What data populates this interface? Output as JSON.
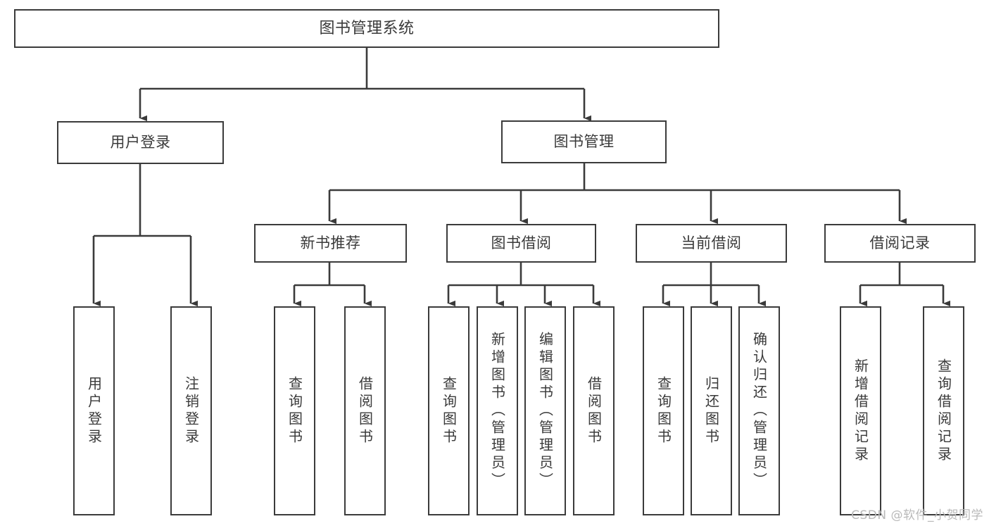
{
  "diagram": {
    "title": "图书管理系统",
    "type": "tree-hierarchy",
    "style": {
      "box_border_color": "#3b3b3b",
      "box_fill_color": "#ffffff",
      "edge_color": "#3b3b3b",
      "text_color": "#3a3a3a",
      "background_color": "#ffffff"
    },
    "watermark": "CSDN @软件_小贺同学"
  },
  "nodes": {
    "root": {
      "label": "图书管理系统"
    },
    "tier2": [
      {
        "label": "用户登录"
      },
      {
        "label": "图书管理"
      }
    ],
    "tier3": [
      {
        "label": "新书推荐"
      },
      {
        "label": "图书借阅"
      },
      {
        "label": "当前借阅"
      },
      {
        "label": "借阅记录"
      }
    ],
    "leaves": {
      "user_login": [
        {
          "label": "用户登录"
        },
        {
          "label": "注销登录"
        }
      ],
      "new_book_recommend": [
        {
          "label": "查询图书"
        },
        {
          "label": "借阅图书"
        }
      ],
      "book_borrow": [
        {
          "label": "查询图书"
        },
        {
          "label": "新增图书（管理员）"
        },
        {
          "label": "编辑图书（管理员）"
        },
        {
          "label": "借阅图书"
        }
      ],
      "current_borrow": [
        {
          "label": "查询图书"
        },
        {
          "label": "归还图书"
        },
        {
          "label": "确认归还（管理员）"
        }
      ],
      "borrow_record": [
        {
          "label": "新增借阅记录"
        },
        {
          "label": "查询借阅记录"
        }
      ]
    }
  }
}
